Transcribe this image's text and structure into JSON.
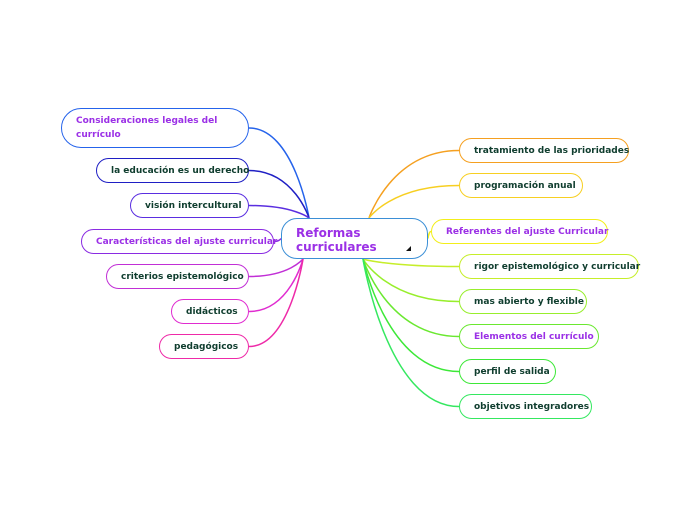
{
  "central": {
    "title": "Reformas curriculares",
    "border_color": "#3b8fd6",
    "icon": "collapse-corner-icon"
  },
  "left_topics": [
    {
      "id": "consideraciones",
      "label": "Consideraciones legales del currículo",
      "color": "#2563eb",
      "style": "purple"
    },
    {
      "id": "educacion-derecho",
      "label": "la educación es un derecho",
      "color": "#1f1fc4",
      "style": "dark"
    },
    {
      "id": "vision-intercultural",
      "label": "visión intercultural",
      "color": "#5a2ee0",
      "style": "dark"
    },
    {
      "id": "caracteristicas",
      "label": "Características del ajuste curricular",
      "color": "#8a2be2",
      "style": "purple"
    },
    {
      "id": "criterios",
      "label": "criterios epistemológico",
      "color": "#c12fd6",
      "style": "dark"
    },
    {
      "id": "didacticos",
      "label": "didácticos",
      "color": "#e02cd0",
      "style": "dark"
    },
    {
      "id": "pedagogicos",
      "label": "pedagógicos",
      "color": "#ee2aa8",
      "style": "dark"
    }
  ],
  "right_topics": [
    {
      "id": "tratamiento",
      "label": "tratamiento de las prioridades",
      "color": "#f5a020",
      "style": "dark"
    },
    {
      "id": "programacion",
      "label": "programación anual",
      "color": "#f7cf22",
      "style": "dark"
    },
    {
      "id": "referentes",
      "label": "Referentes del ajuste Curricular",
      "color": "#f2ee1a",
      "style": "purple"
    },
    {
      "id": "rigor",
      "label": "rigor epistemológico y curricular",
      "color": "#c6ee2a",
      "style": "dark"
    },
    {
      "id": "mas-abierto",
      "label": "mas abierto y flexible",
      "color": "#98ee2c",
      "style": "dark"
    },
    {
      "id": "elementos",
      "label": "Elementos del currículo",
      "color": "#6ae830",
      "style": "purple"
    },
    {
      "id": "perfil",
      "label": "perfil de salida",
      "color": "#3de838",
      "style": "dark"
    },
    {
      "id": "objetivos",
      "label": "objetivos integradores",
      "color": "#35e860",
      "style": "dark"
    }
  ]
}
